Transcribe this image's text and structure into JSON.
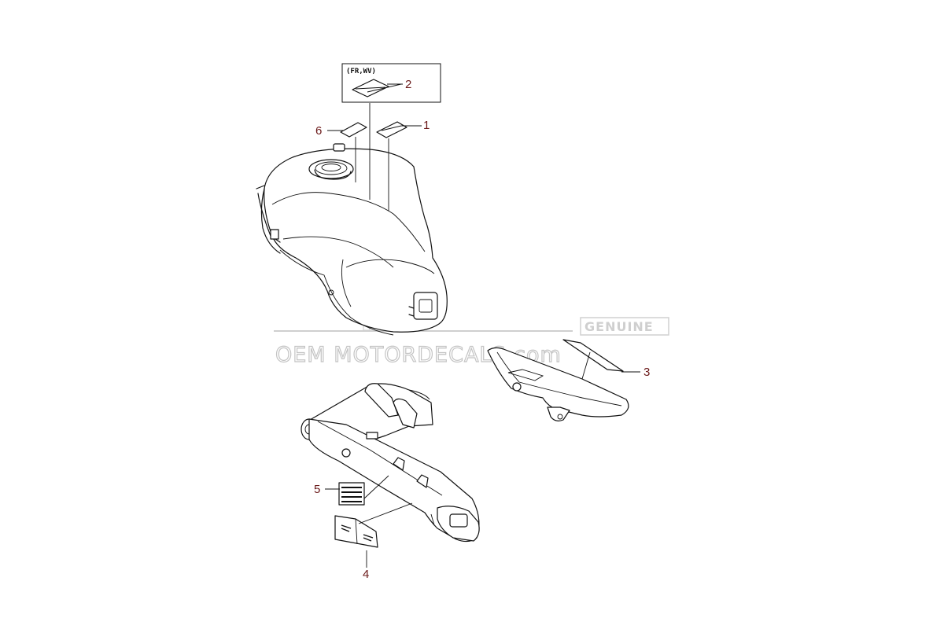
{
  "variant_label": "(FR,WV)",
  "callouts": [
    {
      "id": "1",
      "label": "1"
    },
    {
      "id": "2",
      "label": "2"
    },
    {
      "id": "3",
      "label": "3"
    },
    {
      "id": "4",
      "label": "4"
    },
    {
      "id": "5",
      "label": "5"
    },
    {
      "id": "6",
      "label": "6"
    }
  ],
  "watermark": {
    "main": "OEM MOTORDECALS.com",
    "badge": "GENUINE",
    "color": "#c4c4c4"
  },
  "colors": {
    "callout_text": "#6b1a1a",
    "line_art": "#111111"
  }
}
